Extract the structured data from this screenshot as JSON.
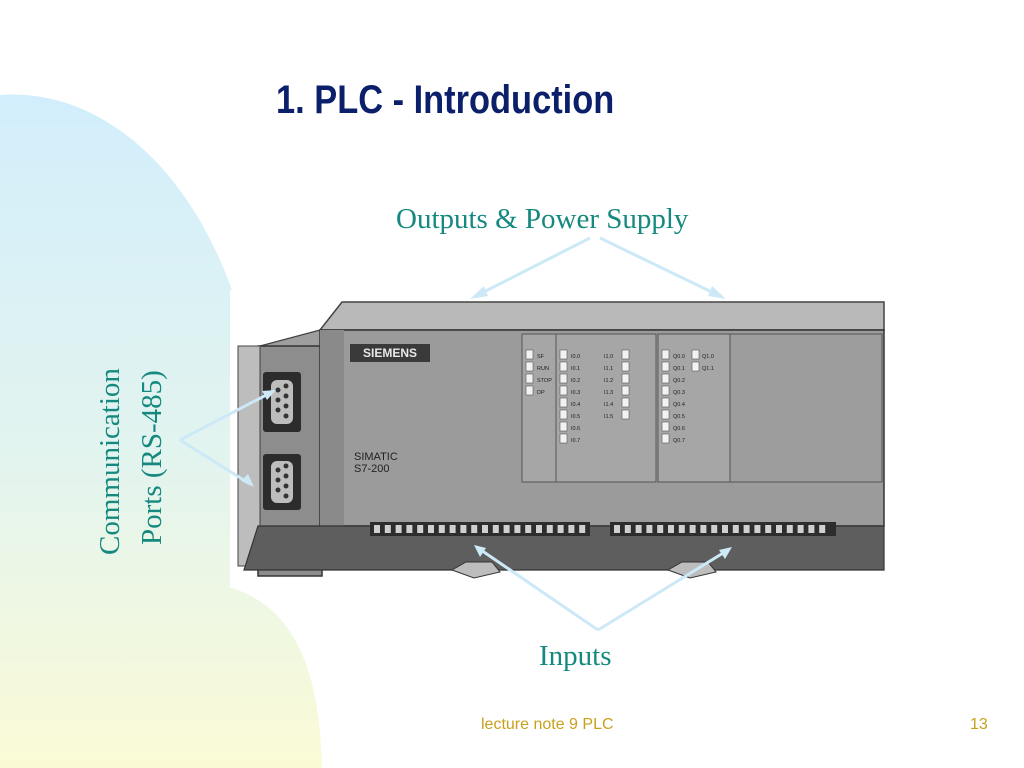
{
  "slide": {
    "title": "1. PLC - Introduction",
    "footer_note": "lecture note 9 PLC",
    "page_number": "13"
  },
  "labels": {
    "outputs": "Outputs & Power Supply",
    "inputs": "Inputs",
    "comm_line1": "Communication",
    "comm_line2": "Ports (RS-485)"
  },
  "device": {
    "brand": "SIEMENS",
    "model_line1": "SIMATIC",
    "model_line2": "S7-200",
    "status_leds": [
      "SF",
      "RUN",
      "STOP",
      "DP"
    ],
    "input_leds_a": [
      "I0.0",
      "I0.1",
      "I0.2",
      "I0.3",
      "I0.4",
      "I0.5",
      "I0.6",
      "I0.7"
    ],
    "input_leds_b": [
      "I1.0",
      "I1.1",
      "I1.2",
      "I1.3",
      "I1.4",
      "I1.5"
    ],
    "output_leds_a": [
      "Q0.0",
      "Q0.1",
      "Q0.2",
      "Q0.3",
      "Q0.4",
      "Q0.5",
      "Q0.6",
      "Q0.7"
    ],
    "output_leds_b": [
      "Q1.0",
      "Q1.1"
    ]
  },
  "colors": {
    "title": "#0b1f6b",
    "label": "#15897f",
    "footer": "#c9a01c",
    "arrow": "#cde9f7",
    "blob_top": "#d2eefc",
    "blob_bottom": "#fbfbd6"
  }
}
